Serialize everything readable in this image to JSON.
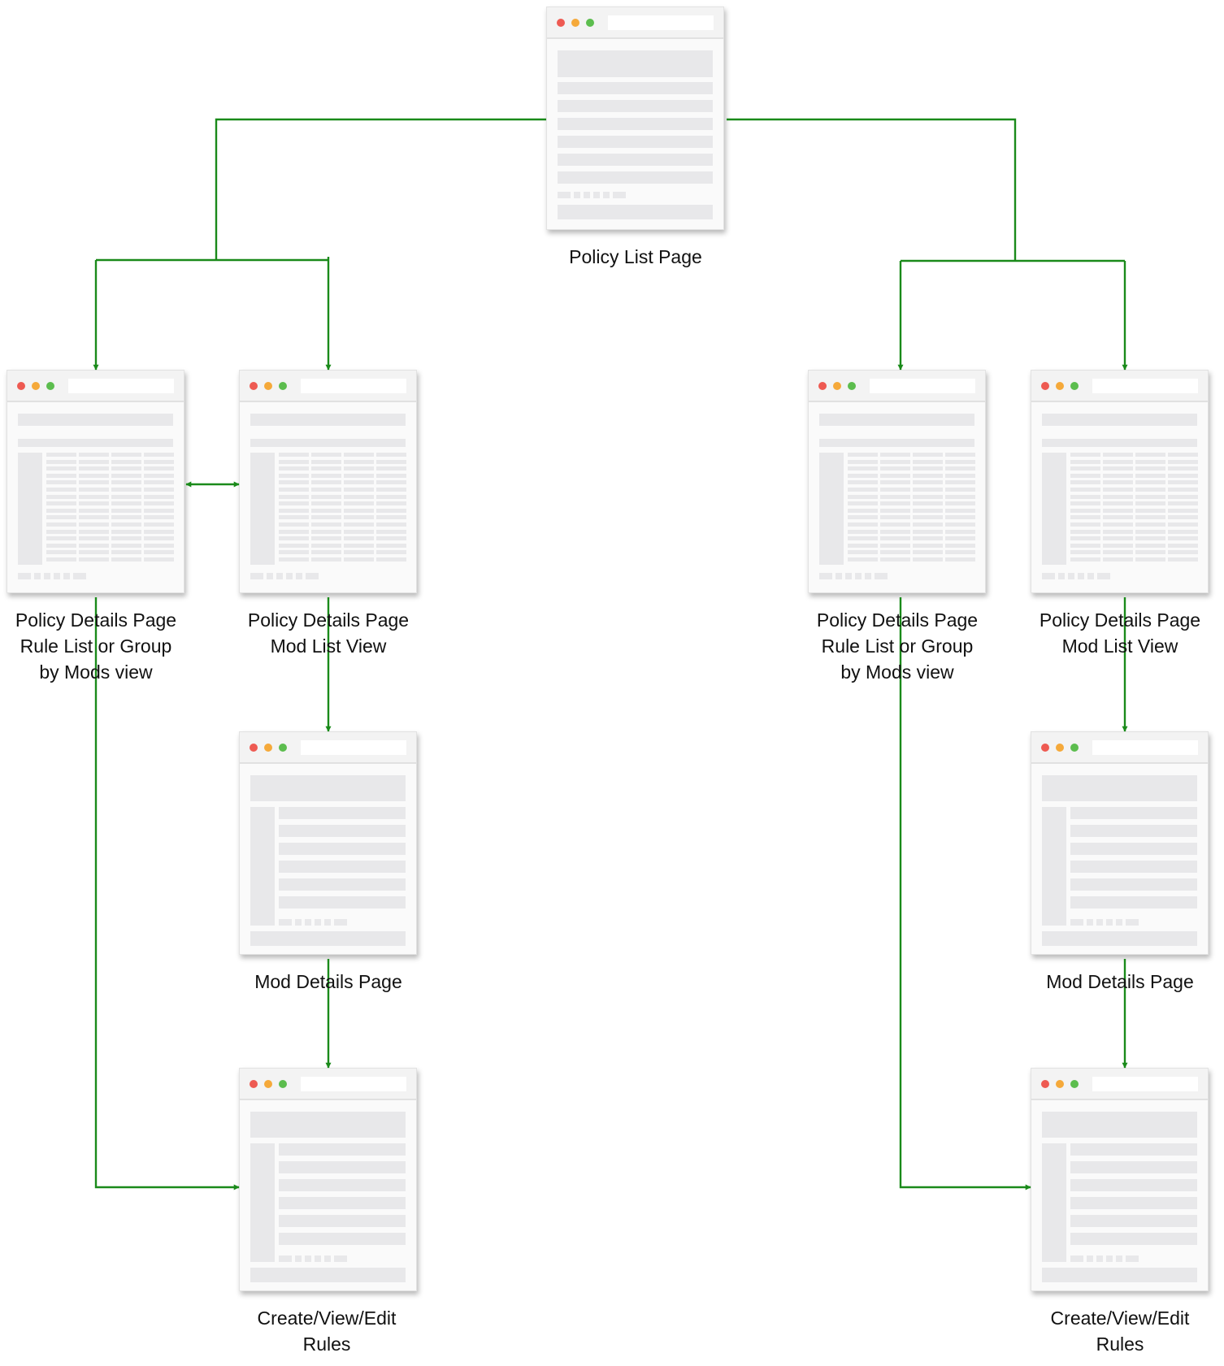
{
  "nodes": [
    {
      "id": "policy-list",
      "kind": "list",
      "lines": [
        "Policy List Page"
      ]
    },
    {
      "id": "policy-details-rules-left",
      "kind": "table",
      "lines": [
        "Policy Details Page",
        "Rule List or Group",
        "by Mods view"
      ]
    },
    {
      "id": "policy-details-mods-left",
      "kind": "table",
      "lines": [
        "Policy Details Page",
        "Mod List View"
      ]
    },
    {
      "id": "mod-details-left",
      "kind": "detail",
      "lines": [
        "Mod Details Page"
      ]
    },
    {
      "id": "rules-left",
      "kind": "detail",
      "lines": [
        "Create/View/Edit",
        "Rules"
      ]
    },
    {
      "id": "policy-details-rules-right",
      "kind": "table",
      "lines": [
        "Policy Details Page",
        "Rule List or Group",
        "by Mods view"
      ]
    },
    {
      "id": "policy-details-mods-right",
      "kind": "table",
      "lines": [
        "Policy Details Page",
        "Mod List View"
      ]
    },
    {
      "id": "mod-details-right",
      "kind": "detail",
      "lines": [
        "Mod Details Page"
      ]
    },
    {
      "id": "rules-right",
      "kind": "detail",
      "lines": [
        "Create/View/Edit",
        "Rules"
      ]
    }
  ],
  "edges": [
    {
      "from": "policy-list",
      "to": "policy-details-rules-left"
    },
    {
      "from": "policy-list",
      "to": "policy-details-mods-left"
    },
    {
      "from": "policy-details-rules-left",
      "to": "policy-details-mods-left",
      "bidirectional": true
    },
    {
      "from": "policy-details-mods-left",
      "to": "mod-details-left"
    },
    {
      "from": "mod-details-left",
      "to": "rules-left"
    },
    {
      "from": "policy-details-rules-left",
      "to": "rules-left"
    },
    {
      "from": "policy-list",
      "to": "policy-details-rules-right"
    },
    {
      "from": "policy-list",
      "to": "policy-details-mods-right"
    },
    {
      "from": "policy-details-mods-right",
      "to": "mod-details-right"
    },
    {
      "from": "mod-details-right",
      "to": "rules-right"
    },
    {
      "from": "policy-details-rules-right",
      "to": "rules-right"
    }
  ],
  "colors": {
    "connector": "#1a8a1a",
    "window_bg": "#fafafa",
    "window_placeholder": "#e8e8ea",
    "dot_red": "#ee5a52",
    "dot_amber": "#f5a93a",
    "dot_green": "#5cbd4e",
    "label_text": "#111111"
  }
}
